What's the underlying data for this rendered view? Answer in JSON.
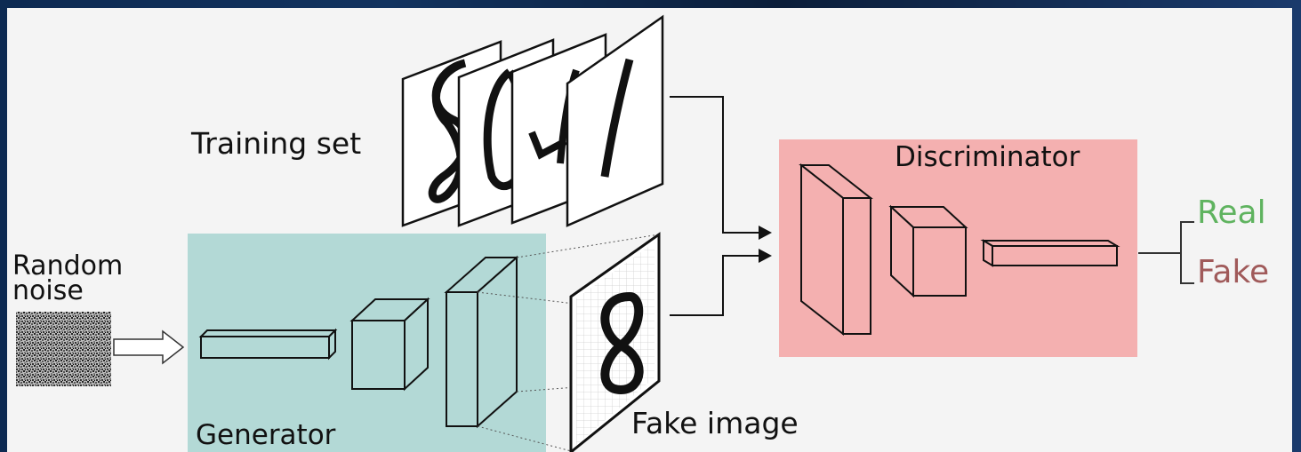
{
  "labels": {
    "training_set": "Training set",
    "random_noise_line1": "Random",
    "random_noise_line2": "noise",
    "generator": "Generator",
    "fake_image": "Fake image",
    "discriminator": "Discriminator",
    "real": "Real",
    "fake": "Fake"
  },
  "colors": {
    "generator_box": "#b3d9d6",
    "discriminator_box": "#f4b0b0",
    "real_text": "#5fb35f",
    "fake_text": "#a05a5a"
  }
}
